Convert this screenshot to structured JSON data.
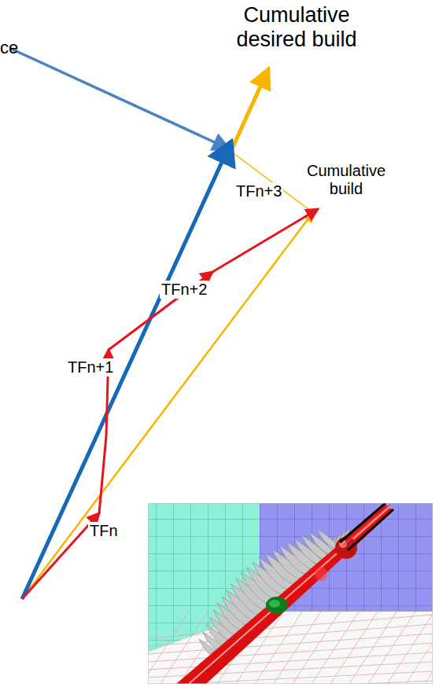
{
  "diagram": {
    "labels": [
      "ce",
      "Cumulative desired build",
      "Cumulative build",
      "TFn+3",
      "TFn+2",
      "TFn+1",
      "TFn"
    ]
  }
}
